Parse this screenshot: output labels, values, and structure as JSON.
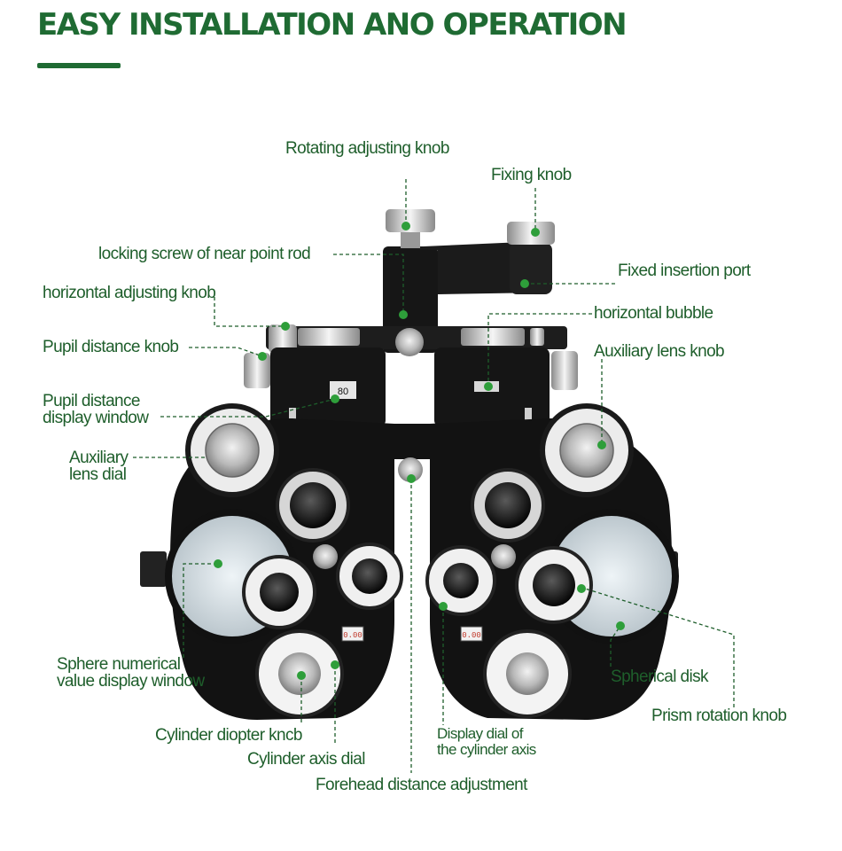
{
  "header": {
    "title": "EASY INSTALLATION ANO OPERATION",
    "accent_color": "#1f6b33"
  },
  "device": {
    "pd_window_value": "80",
    "left_display": "0.00",
    "right_display": "0.00"
  },
  "labels": {
    "rotating_knob": "Rotating adjusting knob",
    "fixing_knob": "Fixing knob",
    "locking_screw": "locking screw of near point rod",
    "fixed_port": "Fixed insertion port",
    "horizontal_knob": "horizontal adjusting knob",
    "horizontal_bubble": "horizontal bubble",
    "pupil_knob": "Pupil distance knob",
    "aux_lens_knob": "Auxiliary lens knob",
    "pd_window": "Pupil distance\ndisplay window",
    "aux_dial": "Auxiliary\nlens dial",
    "sphere_window": "Sphere numerical\nvalue display window",
    "spherical_disk": "Spherical disk",
    "prism_knob": "Prism rotation knob",
    "cyl_knob": "Cylinder diopter kncb",
    "cyl_axis_dial": "Cylinder axis dial",
    "cyl_axis_display": "Display dial of\nthe cylinder axis",
    "forehead": "Forehead distance adjustment"
  }
}
